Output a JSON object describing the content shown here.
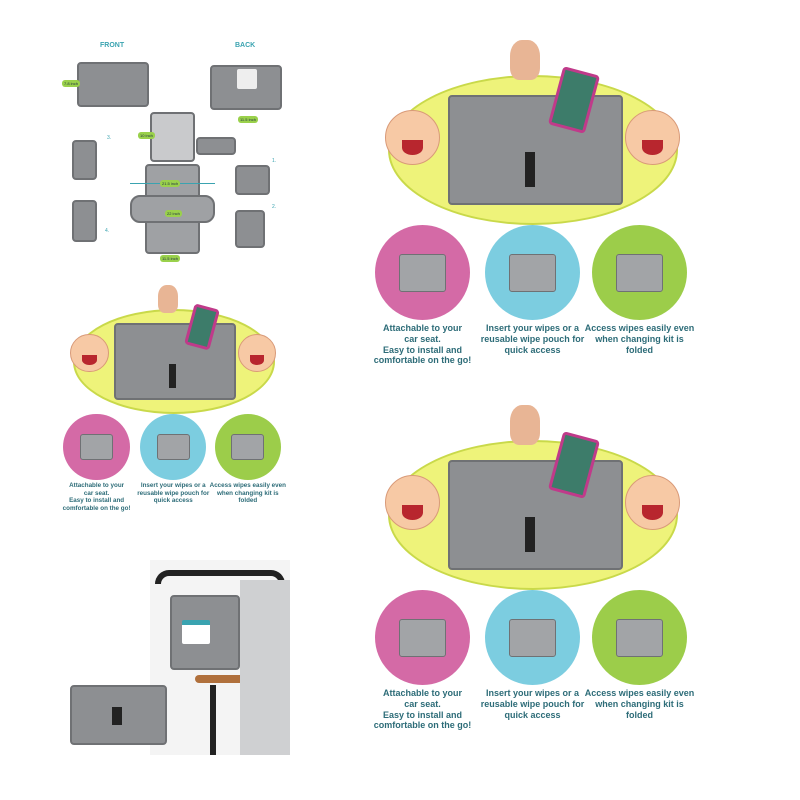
{
  "diagram": {
    "front_label": "FRONT",
    "back_label": "BACK",
    "dims": [
      "7.8 inch",
      "11.5 inch",
      "10 inch",
      "21.5 inch",
      "22 inch",
      "11.5 inch"
    ],
    "steps": [
      "1.",
      "2.",
      "3.",
      "4."
    ]
  },
  "infographic": {
    "captions": [
      [
        "Attachable to your",
        "car seat.",
        "Easy to install and",
        "comfortable on the go!"
      ],
      [
        "Insert your wipes or a",
        "reusable wipe pouch for",
        "quick access"
      ],
      [
        "Access wipes easily  even",
        "when changing kit is",
        "folded"
      ]
    ],
    "colors": {
      "pink": "#d46aa6",
      "blue": "#7ccde0",
      "green": "#9ccd4a",
      "ellipse": "#eef37a"
    }
  }
}
